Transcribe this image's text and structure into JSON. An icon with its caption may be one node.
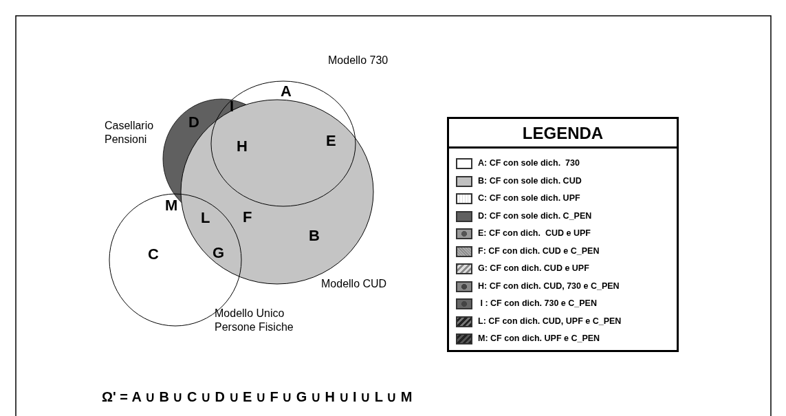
{
  "diagram": {
    "labels": [
      "Modello 730",
      "A",
      "I",
      "D",
      "Casellario Pensioni",
      "H",
      "E",
      "M",
      "L",
      "F",
      "B",
      "C",
      "G",
      "Modello CUD",
      "Modello Unico Persone Fisiche",
      "LEGENDA",
      "Ω' = A ∪ B ∪ C ∪ D ∪ E ∪ F ∪ G ∪ H ∪ I ∪ L ∪ M"
    ],
    "legend": [
      {
        "text": "A: CF con sole dich.  730",
        "color": "#ffffff"
      },
      {
        "text": "B: CF con sole dich. CUD",
        "color": "#c0c0c0"
      },
      {
        "text": "C: CF con sole dich. UPF"
      },
      {
        "text": "D: CF con sole dich. C_PEN",
        "color": "#606060"
      },
      {
        "text": "E: CF con dich.  CUD e UPF"
      },
      {
        "text": "F: CF con dich. CUD e C_PEN"
      },
      {
        "text": "G: CF con dich. CUD e UPF"
      },
      {
        "text": "H: CF con dich. CUD, 730 e C_PEN"
      },
      {
        "text": " I : CF con dich. 730 e C_PEN"
      },
      {
        "text": "L: CF con dich. CUD, UPF e C_PEN"
      },
      {
        "text": "M: CF con dich. UPF e C_PEN"
      }
    ]
  }
}
